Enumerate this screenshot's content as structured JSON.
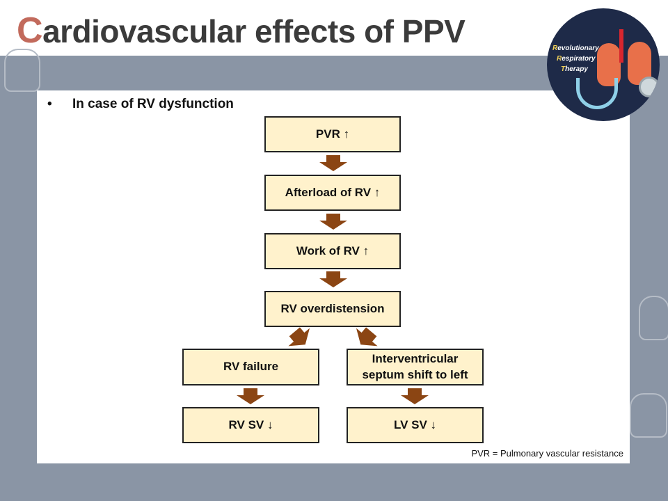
{
  "title": {
    "first_letter": "C",
    "rest": "ardiovascular effects of PPV"
  },
  "logo": {
    "line1_initial": "R",
    "line1": "evolutionary",
    "line2_initial": "R",
    "line2": "espiratory",
    "line3_initial": "T",
    "line3": "herapy"
  },
  "bullet": "In case of RV dysfunction",
  "flow": {
    "pvr": "PVR ↑",
    "afterload": "Afterload of RV ↑",
    "work": "Work of RV ↑",
    "overdistension": "RV overdistension",
    "rv_failure": "RV failure",
    "septum_shift": "Interventricular septum shift to left",
    "rv_sv": "RV SV ↓",
    "lv_sv": "LV SV ↓"
  },
  "footnote": "PVR = Pulmonary  vascular resistance",
  "colors": {
    "box_fill": "#fff2cc",
    "arrow": "#8b4513",
    "band": "#8a95a5",
    "accent": "#c26a5c"
  }
}
